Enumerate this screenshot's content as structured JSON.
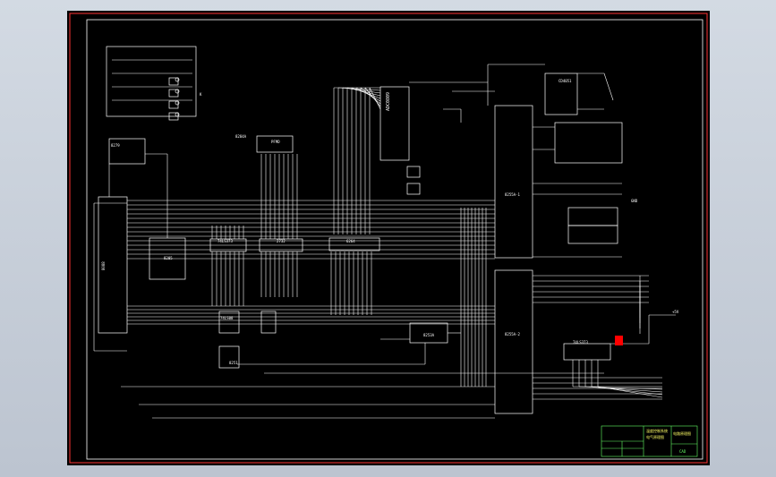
{
  "drawing": {
    "labels": {
      "adc": "ADC0809",
      "pwm": "PFMD",
      "cpu": "8088",
      "ic_8205": "8205",
      "ic_373a": "74LS373",
      "ic_373b": "2732",
      "ic_6264": "6264",
      "ic_8255a1": "8255A-1",
      "ic_8255a2": "8255A-2",
      "ic_8253": "8253A",
      "ic_latch": "74LS373",
      "ic_and": "74LS08",
      "ic_bot": "8251",
      "ic_disp": "CD4051",
      "ic_8279": "8279",
      "ic_8284": "8284A",
      "relay_k": "K",
      "bus_vcc": "+5V",
      "gnd": "GND"
    },
    "colors": {
      "background": "#000000",
      "wire": "#ffffff",
      "frame_outer": "#ff3333",
      "accent": "#ff0000",
      "titleblock": "#66ff66"
    }
  },
  "title_block": {
    "line1": "温度控制系统",
    "line2": "电气原理图",
    "line3": "电路原理图",
    "drawing_no": "CAD"
  }
}
